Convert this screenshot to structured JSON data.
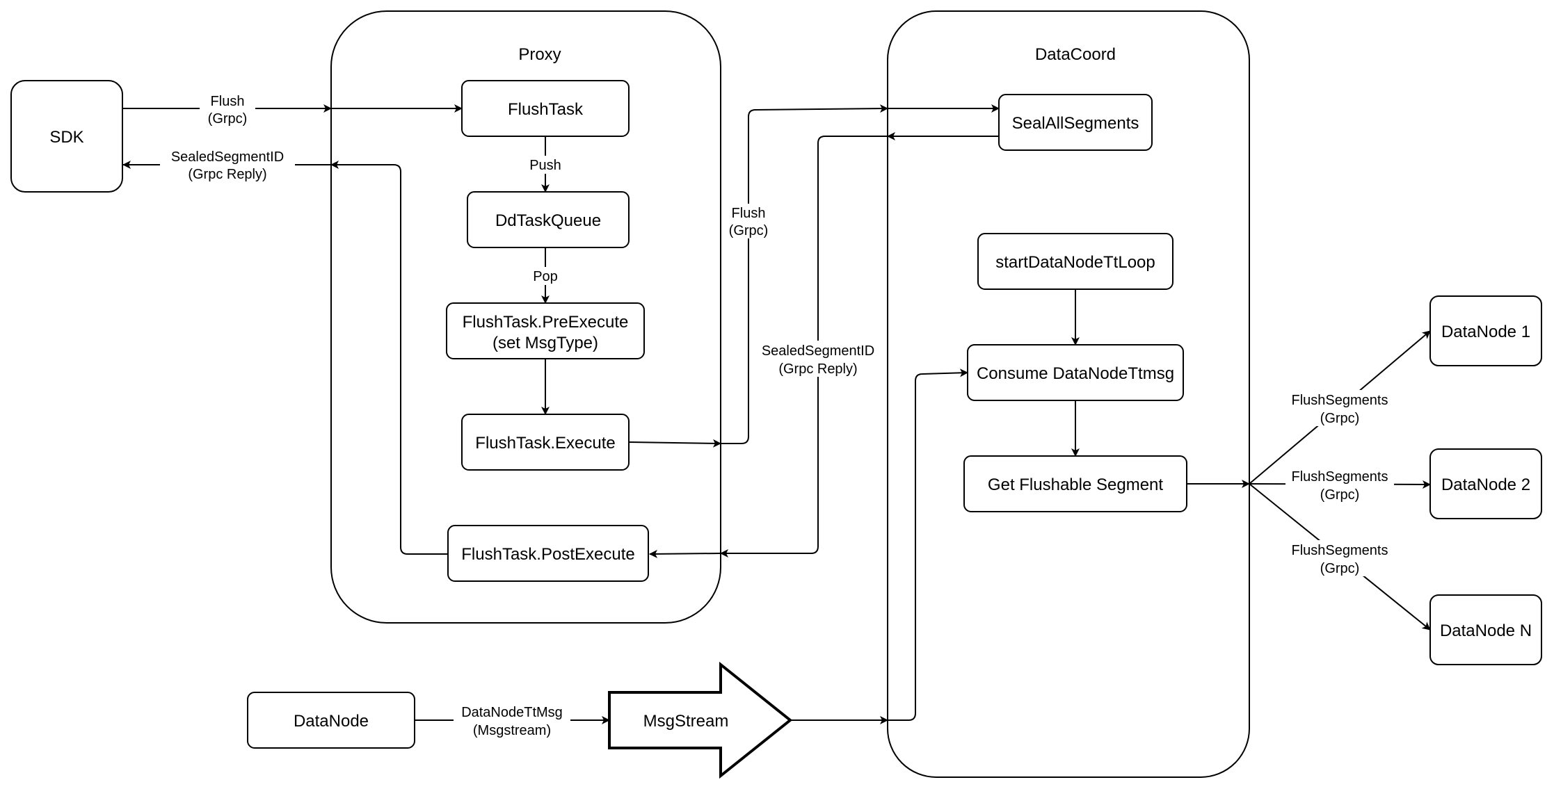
{
  "containers": {
    "proxy": "Proxy",
    "datacoord": "DataCoord"
  },
  "nodes": {
    "sdk": "SDK",
    "flush_task": "FlushTask",
    "dd_task_queue": "DdTaskQueue",
    "pre_execute": [
      "FlushTask.PreExecute",
      "(set MsgType)"
    ],
    "execute": "FlushTask.Execute",
    "post_execute": "FlushTask.PostExecute",
    "seal_all_segments": "SealAllSegments",
    "start_loop": "startDataNodeTtLoop",
    "consume": "Consume DataNodeTtmsg",
    "get_flushable": "Get Flushable Segment",
    "datanode_1": "DataNode 1",
    "datanode_2": "DataNode 2",
    "datanode_n": "DataNode N",
    "datanode_src": "DataNode",
    "msgstream": "MsgStream"
  },
  "edges": {
    "sdk_flush": [
      "Flush",
      "(Grpc)"
    ],
    "sdk_reply": [
      "SealedSegmentID",
      "(Grpc Reply)"
    ],
    "push": "Push",
    "pop": "Pop",
    "dc_flush": [
      "Flush",
      "(Grpc)"
    ],
    "dc_reply": [
      "SealedSegmentID",
      "(Grpc Reply)"
    ],
    "flush_segments_1": [
      "FlushSegments",
      "(Grpc)"
    ],
    "flush_segments_2": [
      "FlushSegments",
      "(Grpc)"
    ],
    "flush_segments_n": [
      "FlushSegments",
      "(Grpc)"
    ],
    "datanode_msg": [
      "DataNodeTtMsg",
      "(Msgstream)"
    ]
  }
}
